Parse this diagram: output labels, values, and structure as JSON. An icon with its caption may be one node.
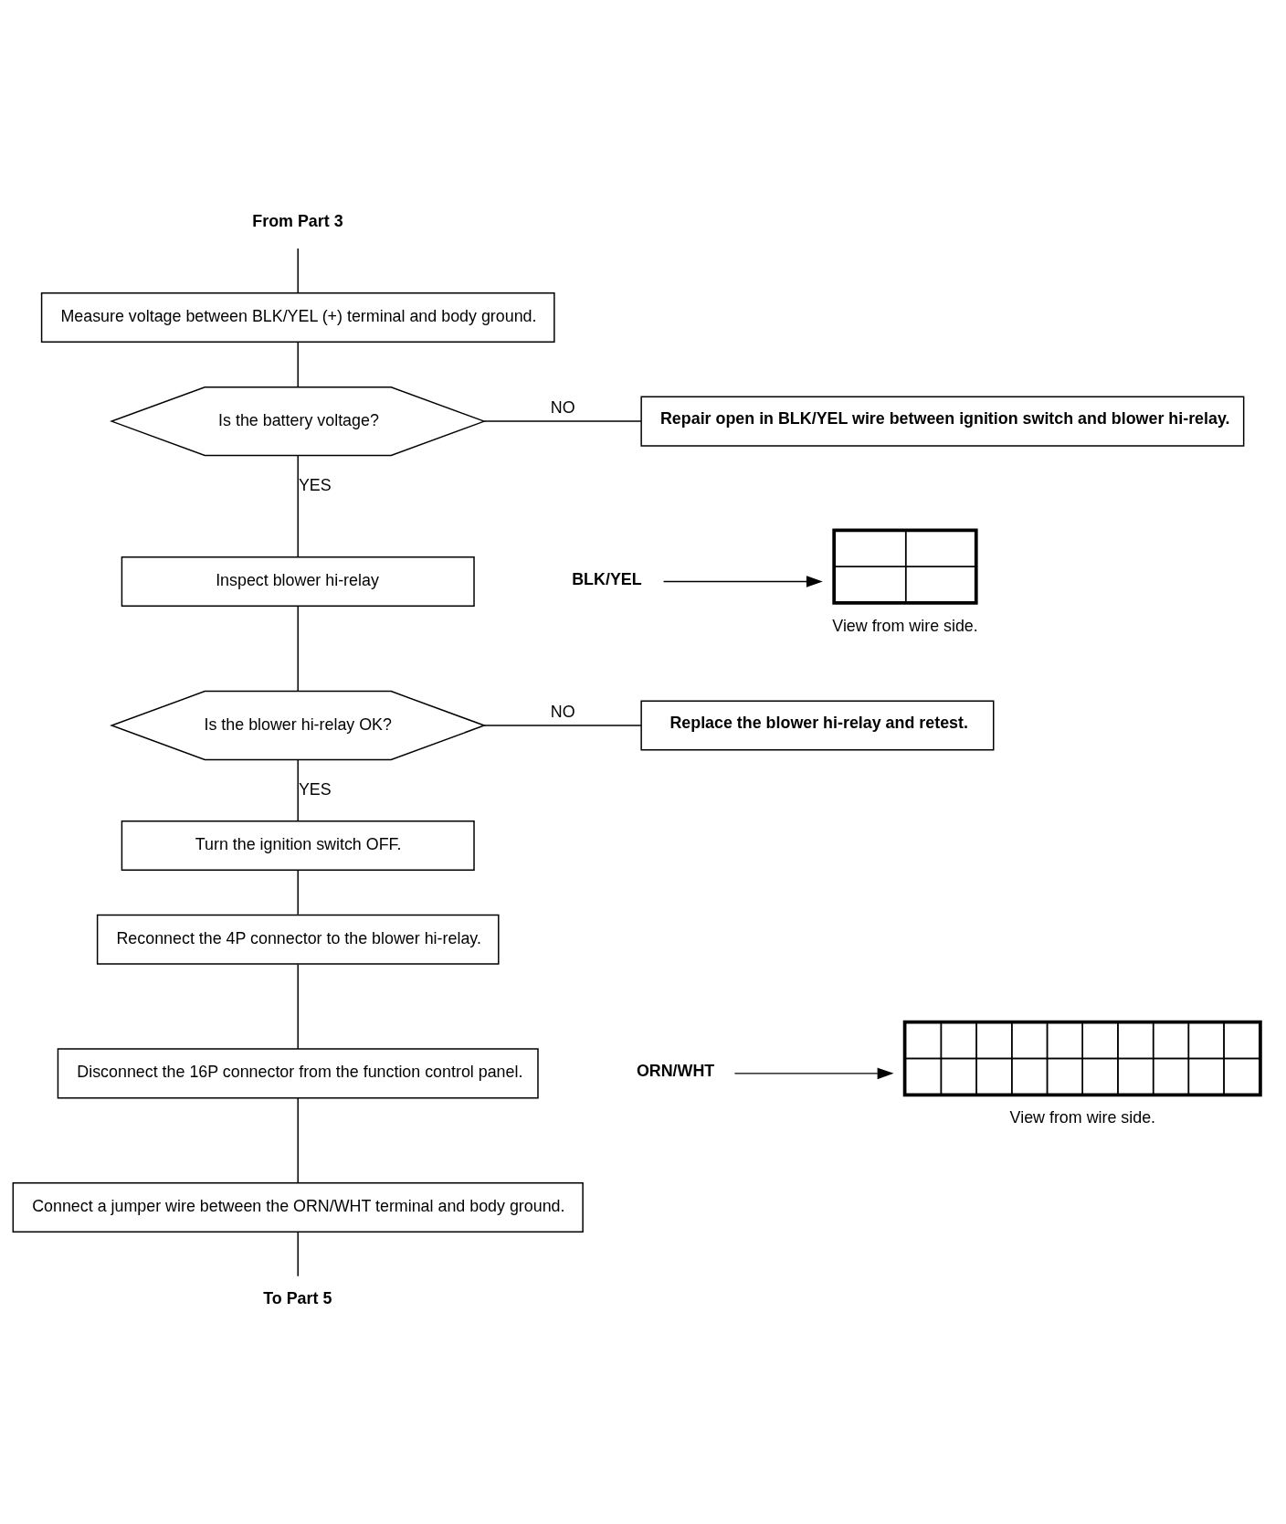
{
  "diagram": {
    "nodes": [
      {
        "text": [
          "From Part 3"
        ]
      },
      {
        "text": [
          "Measure voltage between BLK/YEL (+) terminal and body ground."
        ]
      },
      {
        "text": [
          "Is the battery voltage?"
        ]
      },
      {
        "text": [
          "Repair open in BLK/YEL wire between ignition switch and blower hi-relay."
        ]
      },
      {
        "text": [
          "Inspect blower hi-relay"
        ]
      },
      {
        "text": [
          "Is the blower hi-relay OK?"
        ]
      },
      {
        "text": [
          "Replace the blower hi-relay and retest."
        ]
      },
      {
        "text": [
          "Turn the ignition switch OFF."
        ]
      },
      {
        "text": [
          "Reconnect the 4P connector to the blower hi-relay."
        ]
      },
      {
        "text": [
          "Disconnect the 16P connector from the function control panel."
        ]
      },
      {
        "text": [
          "Connect a jumper wire between the ORN/WHT terminal and body ground."
        ]
      },
      {
        "text": [
          "To Part 5"
        ]
      },
      {
        "text": [
          "BLK/YEL"
        ]
      },
      {
        "text": [],
        "shape": "connector",
        "beside": [
          "View from wire side."
        ]
      },
      {
        "text": [
          "ORN/WHT"
        ]
      },
      {
        "text": [],
        "shape": "connector",
        "beside": [
          "View from wire side."
        ]
      }
    ],
    "edges": [
      {
        "from": 0,
        "to": 1,
        "arrow": "none"
      },
      {
        "from": 1,
        "to": 2,
        "arrow": "none"
      },
      {
        "from": 2,
        "to": 3,
        "arrow": "none",
        "label": "NO"
      },
      {
        "from": 2,
        "to": 4,
        "arrow": "none",
        "label": "YES"
      },
      {
        "from": 4,
        "to": 5,
        "arrow": "none"
      },
      {
        "from": 5,
        "to": 6,
        "arrow": "none",
        "label": "NO"
      },
      {
        "from": 5,
        "to": 7,
        "arrow": "none",
        "label": "YES"
      },
      {
        "from": 7,
        "to": 8,
        "arrow": "none"
      },
      {
        "from": 8,
        "to": 9,
        "arrow": "none"
      },
      {
        "from": 9,
        "to": 10,
        "arrow": "none"
      },
      {
        "from": 10,
        "to": 11,
        "arrow": "none"
      },
      {
        "from": 12,
        "to": 13,
        "arrow": "to"
      },
      {
        "from": 14,
        "to": 15,
        "arrow": "to"
      }
    ]
  }
}
